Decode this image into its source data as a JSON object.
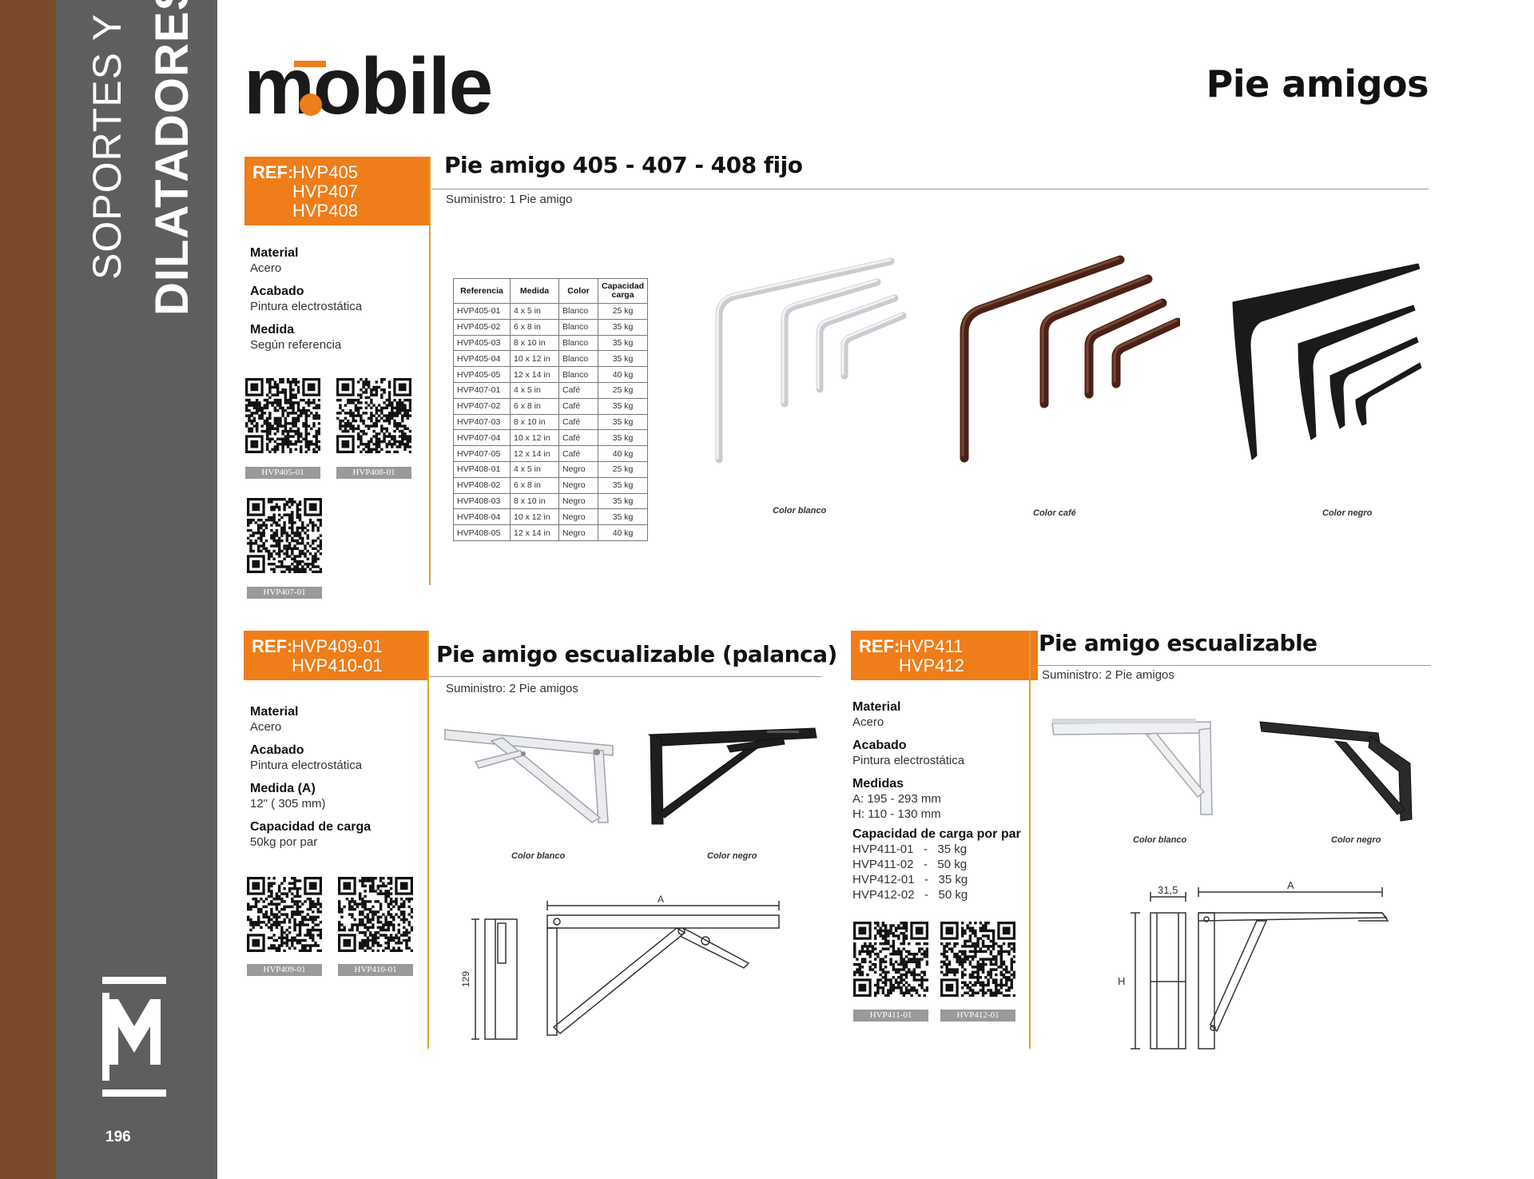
{
  "sidebar": {
    "category_line1": "SOPORTES Y",
    "category_line2": "DILATADORES",
    "page_number": "196",
    "logo_letter": "M"
  },
  "header": {
    "brand": "mobile",
    "page_title": "Pie amigos"
  },
  "colors": {
    "accent": "#ef7d19",
    "sidebar_gray": "#5e5e5c",
    "sidebar_brown": "#7a4a2a"
  },
  "section1": {
    "ref_label": "REF:",
    "refs": [
      "HVP405",
      "HVP407",
      "HVP408"
    ],
    "title": "Pie amigo 405 - 407 - 408 fijo",
    "supply": "Suministro: 1 Pie amigo",
    "specs": [
      {
        "label": "Material",
        "value": "Acero"
      },
      {
        "label": "Acabado",
        "value": "Pintura electrostática"
      },
      {
        "label": "Medida",
        "value": "Según referencia"
      }
    ],
    "qr_labels": [
      "HVP405-01",
      "HVP408-01",
      "HVP407-01"
    ],
    "table": {
      "headers": [
        "Referencia",
        "Medida",
        "Color",
        "Capacidad carga"
      ],
      "rows": [
        [
          "HVP405-01",
          "4 x 5 in",
          "Blanco",
          "25 kg"
        ],
        [
          "HVP405-02",
          "6 x 8 in",
          "Blanco",
          "35 kg"
        ],
        [
          "HVP405-03",
          "8 x 10 in",
          "Blanco",
          "35 kg"
        ],
        [
          "HVP405-04",
          "10 x 12 in",
          "Blanco",
          "35 kg"
        ],
        [
          "HVP405-05",
          "12 x 14 in",
          "Blanco",
          "40 kg"
        ],
        [
          "HVP407-01",
          "4 x 5 in",
          "Café",
          "25 kg"
        ],
        [
          "HVP407-02",
          "6 x 8 in",
          "Café",
          "35 kg"
        ],
        [
          "HVP407-03",
          "8 x 10 in",
          "Café",
          "35 kg"
        ],
        [
          "HVP407-04",
          "10 x 12 in",
          "Café",
          "35 kg"
        ],
        [
          "HVP407-05",
          "12 x 14 in",
          "Café",
          "40 kg"
        ],
        [
          "HVP408-01",
          "4 x 5 in",
          "Negro",
          "25 kg"
        ],
        [
          "HVP408-02",
          "6 x 8 in",
          "Negro",
          "35 kg"
        ],
        [
          "HVP408-03",
          "8 x 10 in",
          "Negro",
          "35 kg"
        ],
        [
          "HVP408-04",
          "10 x 12 in",
          "Negro",
          "35 kg"
        ],
        [
          "HVP408-05",
          "12 x 14 in",
          "Negro",
          "40 kg"
        ]
      ]
    },
    "captions": [
      "Color blanco",
      "Color café",
      "Color negro"
    ]
  },
  "section2": {
    "ref_label": "REF:",
    "refs": [
      "HVP409-01",
      "HVP410-01"
    ],
    "title": "Pie amigo escualizable (palanca)",
    "supply": "Suministro: 2 Pie amigos",
    "specs": [
      {
        "label": "Material",
        "value": "Acero"
      },
      {
        "label": "Acabado",
        "value": "Pintura electrostática"
      },
      {
        "label": "Medida (A)",
        "value": "12\" ( 305 mm)"
      },
      {
        "label": "Capacidad de carga",
        "value": "50kg por par"
      }
    ],
    "qr_labels": [
      "HVP409-01",
      "HVP410-01"
    ],
    "captions": [
      "Color blanco",
      "Color negro"
    ],
    "diagram": {
      "dim_a": "A",
      "dim_h": "129"
    }
  },
  "section3": {
    "ref_label": "REF:",
    "refs": [
      "HVP411",
      "HVP412"
    ],
    "title": "Pie amigo escualizable",
    "supply": "Suministro: 2 Pie amigos",
    "specs": [
      {
        "label": "Material",
        "values": [
          "Acero"
        ]
      },
      {
        "label": "Acabado",
        "values": [
          "Pintura electrostática"
        ]
      },
      {
        "label": "Medidas",
        "values": [
          "A: 195 - 293 mm",
          "H: 110 - 130 mm"
        ]
      },
      {
        "label": "Capacidad de carga por par",
        "values": [
          "HVP411-01   -   35 kg",
          "HVP411-02   -   50 kg",
          "HVP412-01   -   35 kg",
          "HVP412-02   -   50 kg"
        ]
      }
    ],
    "qr_labels": [
      "HVP411-01",
      "HVP412-01"
    ],
    "captions": [
      "Color blanco",
      "Color negro"
    ],
    "diagram": {
      "dim_a": "A",
      "dim_w": "31,5",
      "dim_h": "H"
    }
  }
}
